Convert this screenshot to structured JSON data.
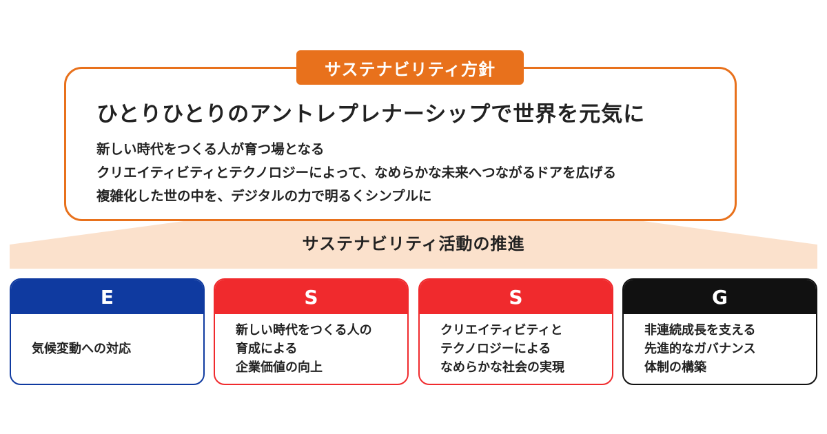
{
  "policy": {
    "tag": "サステナビリティ方針",
    "headline": "ひとりひとりのアントレプレナーシップで世界を元気に",
    "lines": [
      "新しい時代をつくる人が育つ場となる",
      "クリエイティビティとテクノロジーによって、なめらかな未来へつながるドアを広げる",
      "複雑化した世の中を、デジタルの力で明るくシンプルに"
    ]
  },
  "promotion": {
    "label": "サステナビリティ活動の推進"
  },
  "colors": {
    "accent": "#e8711c",
    "band": "#fbe1cc",
    "e": "#0f3aa0",
    "s": "#f02a2d",
    "g": "#111111"
  },
  "cards": [
    {
      "letter": "E",
      "color": "#0f3aa0",
      "lines": [
        "気候変動への対応"
      ]
    },
    {
      "letter": "S",
      "color": "#f02a2d",
      "lines": [
        "新しい時代をつくる人の",
        "育成による",
        "企業価値の向上"
      ]
    },
    {
      "letter": "S",
      "color": "#f02a2d",
      "lines": [
        "クリエイティビティと",
        "テクノロジーによる",
        "なめらかな社会の実現"
      ]
    },
    {
      "letter": "G",
      "color": "#111111",
      "lines": [
        "非連続成長を支える",
        "先進的なガバナンス",
        "体制の構築"
      ]
    }
  ]
}
